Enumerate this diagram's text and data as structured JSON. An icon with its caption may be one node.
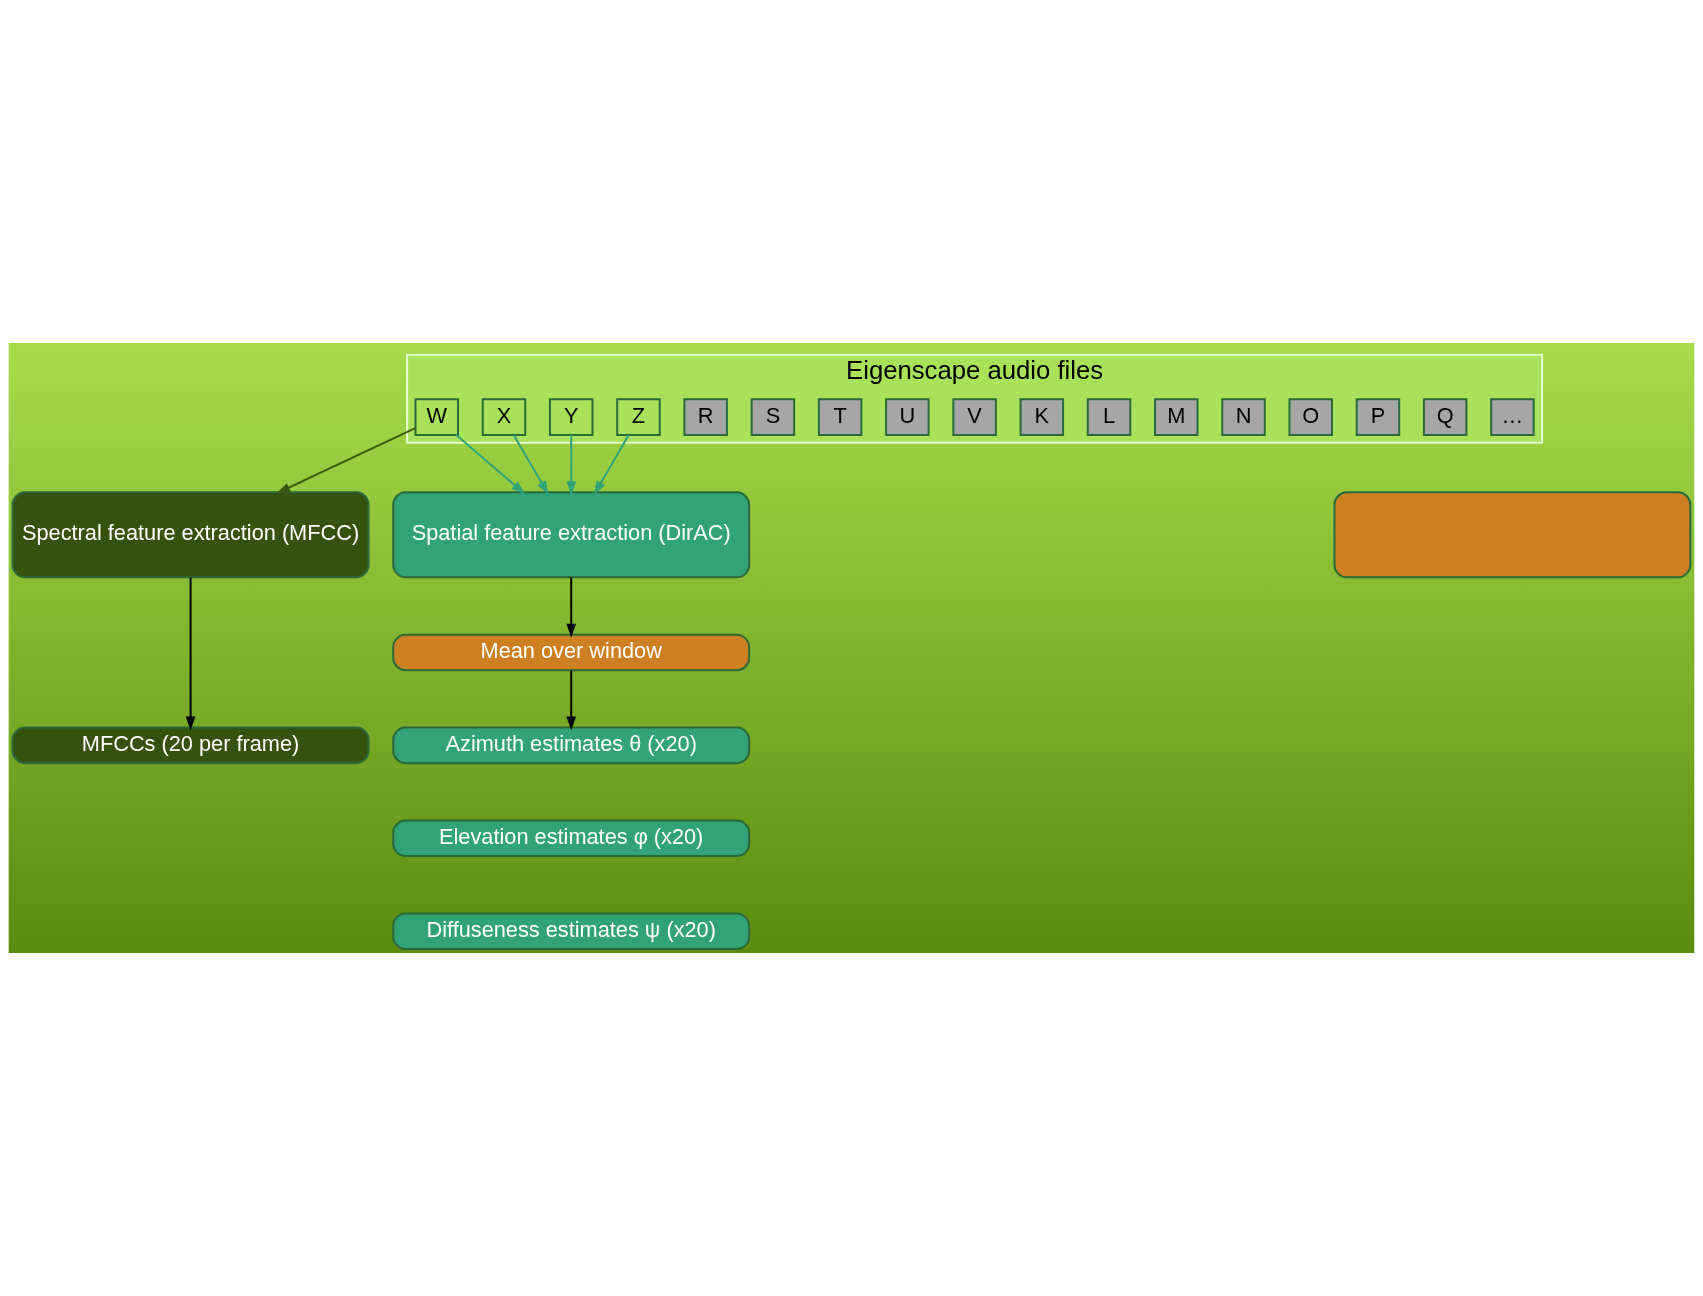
{
  "diagram": {
    "nodes": [
      {
        "text": [
          "Eigenscape audio files"
        ]
      },
      {
        "text": [
          "W"
        ],
        "in": 0
      },
      {
        "text": [
          "X"
        ],
        "in": 0
      },
      {
        "text": [
          "Y"
        ],
        "in": 0
      },
      {
        "text": [
          "Z"
        ],
        "in": 0
      },
      {
        "text": [
          "R"
        ],
        "in": 0
      },
      {
        "text": [
          "S"
        ],
        "in": 0
      },
      {
        "text": [
          "T"
        ],
        "in": 0
      },
      {
        "text": [
          "U"
        ],
        "in": 0
      },
      {
        "text": [
          "V"
        ],
        "in": 0
      },
      {
        "text": [
          "K"
        ],
        "in": 0
      },
      {
        "text": [
          "L"
        ],
        "in": 0
      },
      {
        "text": [
          "M"
        ],
        "in": 0
      },
      {
        "text": [
          "N"
        ],
        "in": 0
      },
      {
        "text": [
          "O"
        ],
        "in": 0
      },
      {
        "text": [
          "P"
        ],
        "in": 0
      },
      {
        "text": [
          "Q"
        ],
        "in": 0
      },
      {
        "text": [
          "…"
        ],
        "in": 0
      },
      {
        "text": [
          "Spectral feature extraction (MFCC)"
        ]
      },
      {
        "text": [
          "Spatial feature extraction (DirAC)"
        ]
      },
      {
        "text": [],
        "shape": "box"
      },
      {
        "text": [
          "Mean over window"
        ]
      },
      {
        "text": [
          "MFCCs (20 per frame)"
        ]
      },
      {
        "text": [
          "Azimuth estimates θ (x20)"
        ]
      },
      {
        "text": [
          "Elevation estimates φ (x20)"
        ]
      },
      {
        "text": [
          "Diffuseness estimates ψ (x20)"
        ]
      }
    ],
    "edges": [
      {
        "from": 1,
        "to": 18,
        "arrow": "to",
        "color": "#3a5a10"
      },
      {
        "from": 1,
        "to": 19,
        "arrow": "to",
        "color": "#2ea37a"
      },
      {
        "from": 2,
        "to": 19,
        "arrow": "to",
        "color": "#2ea37a"
      },
      {
        "from": 3,
        "to": 19,
        "arrow": "to",
        "color": "#2ea37a"
      },
      {
        "from": 4,
        "to": 19,
        "arrow": "to",
        "color": "#2ea37a"
      },
      {
        "from": 18,
        "to": 22,
        "arrow": "to",
        "color": "#000000"
      },
      {
        "from": 19,
        "to": 21,
        "arrow": "to",
        "color": "#000000"
      },
      {
        "from": 21,
        "to": 23,
        "arrow": "to",
        "color": "#000000"
      }
    ]
  }
}
